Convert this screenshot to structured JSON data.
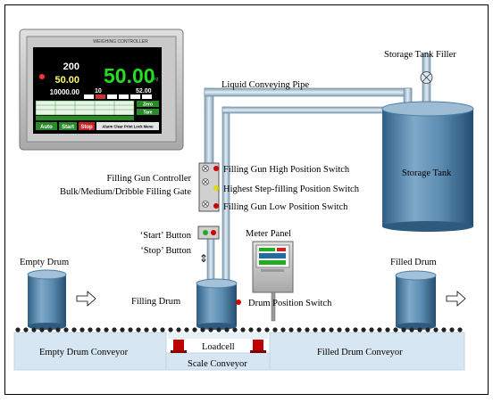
{
  "controller": {
    "brand": "WEIGHING CONTROLLER",
    "value_top": "200",
    "value_mid": "50.00",
    "value_low": "10000.00",
    "big_value": "50.00",
    "unit": "kg",
    "small_left": "10",
    "small_right": "52.00",
    "btn_zero": "Zero",
    "btn_tare": "Tare",
    "btn_auto": "Auto",
    "btn_start": "Start",
    "btn_stop": "Stop",
    "btn_misc": "Alarm Clear  Print  Lock  Menu"
  },
  "labels": {
    "storage_tank_filler": "Storage Tank Filler",
    "liquid_pipe": "Liquid Conveying Pipe",
    "storage_tank": "Storage Tank",
    "filling_gun_controller": "Filling Gun Controller",
    "gate": "Bulk/Medium/Dribble  Filling  Gate",
    "high_switch": "Filling Gun High Position Switch",
    "highest_step": "Highest Step-filling Position Switch",
    "low_switch": "Filling Gun Low Position Switch",
    "start_button": "‘Start’ Button",
    "stop_button": "‘Stop’ Button",
    "meter_panel": "Meter Panel",
    "empty_drum": "Empty Drum",
    "filled_drum": "Filled Drum",
    "filling_drum": "Filling Drum",
    "drum_position_switch": "Drum Position Switch",
    "empty_conveyor": "Empty Drum Conveyor",
    "loadcell": "Loadcell",
    "scale_conveyor": "Scale Conveyor",
    "filled_conveyor": "Filled Drum Conveyor"
  },
  "colors": {
    "drum": "#4f7fa3",
    "conveyor": "#d6e6f2",
    "loadcell": "#c00000",
    "lcd_bg": "#000000",
    "lcd_green": "#22dd22"
  }
}
